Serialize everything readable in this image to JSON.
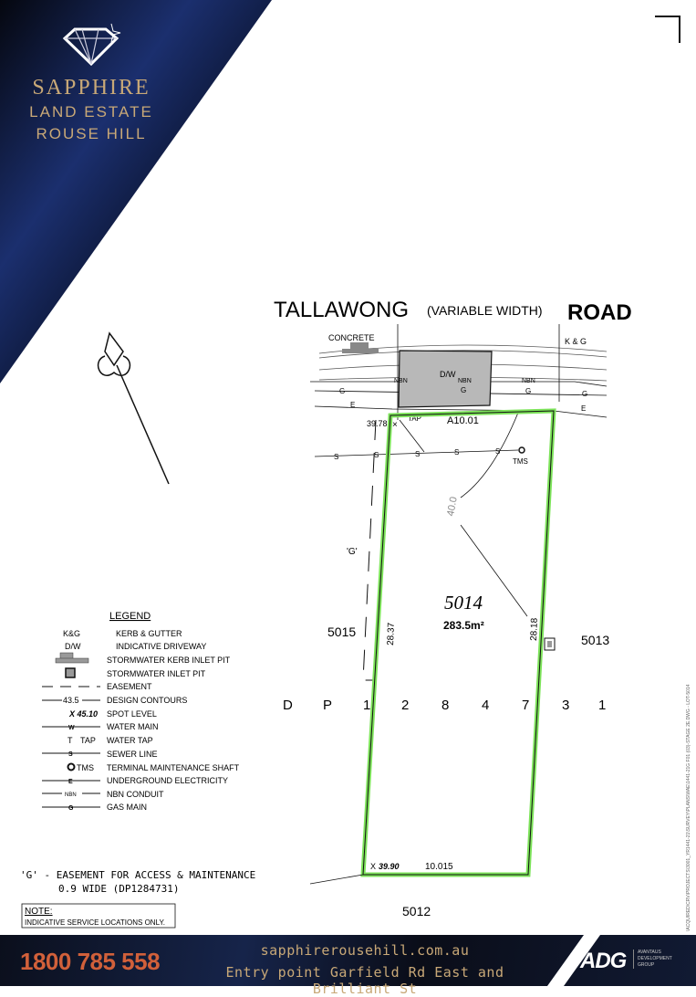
{
  "brand": {
    "name": "SAPPHIRE",
    "line1": "LAND ESTATE",
    "line2": "ROUSE HILL"
  },
  "road": {
    "name1": "TALLAWONG",
    "width_note": "(VARIABLE WIDTH)",
    "name2": "ROAD"
  },
  "plan": {
    "concrete": "CONCRETE",
    "kg": "K & G",
    "dw": "D/W",
    "nbn": "NBN",
    "g": "G",
    "e": "E",
    "s": "S",
    "tap": "TAP",
    "tms": "TMS",
    "area_code": "A10.01",
    "spot_top": "39.78",
    "spot_bottom": "39.90",
    "contour": "40.0",
    "lot": "5014",
    "lot_area": "283.5m²",
    "left_side": "28.37",
    "right_side": "28.18",
    "rear": "10.015",
    "neighbour_left": "5015",
    "neighbour_right": "5013",
    "neighbour_rear": "5012",
    "easement_mark": "'G'",
    "dp": [
      "D",
      "P",
      "1",
      "2",
      "8",
      "4",
      "7",
      "3",
      "1"
    ]
  },
  "legend": {
    "title": "LEGEND",
    "items": [
      {
        "symbol": "K&G",
        "label": "KERB & GUTTER"
      },
      {
        "symbol": "D/W",
        "label": "INDICATIVE DRIVEWAY"
      },
      {
        "symbol": "",
        "label": "STORMWATER KERB INLET PIT"
      },
      {
        "symbol": "",
        "label": "STORMWATER INLET PIT"
      },
      {
        "symbol": "",
        "label": "EASEMENT"
      },
      {
        "symbol": "43.5",
        "label": "DESIGN CONTOURS"
      },
      {
        "symbol": "X 45.10",
        "label": "SPOT LEVEL"
      },
      {
        "symbol": "W",
        "label": "WATER MAIN"
      },
      {
        "symbol": "TAP",
        "label": "WATER TAP"
      },
      {
        "symbol": "S",
        "label": "SEWER LINE"
      },
      {
        "symbol": "TMS",
        "label": "TERMINAL MAINTENANCE SHAFT"
      },
      {
        "symbol": "E",
        "label": "UNDERGROUND ELECTRICITY"
      },
      {
        "symbol": "NBN",
        "label": "NBN CONDUIT"
      },
      {
        "symbol": "G",
        "label": "GAS MAIN"
      }
    ]
  },
  "easement_note": {
    "line1": "'G' - EASEMENT FOR ACCESS & MAINTENANCE",
    "line2": "0.9 WIDE (DP1284731)"
  },
  "note": {
    "title": "NOTE:",
    "text": "INDICATIVE SERVICE LOCATIONS ONLY."
  },
  "file_path": "\\ACQUIRED\\CRV\\PROJECTS\\3001_YR1441-21\\SURVEY\\PLANS\\WAE\\1441-21G F01 (03)-STAGE 2E.DWG - LOT-5014",
  "footer": {
    "phone": "1800 785 558",
    "website": "sapphirerousehill.com.au",
    "entry": "Entry point Garfield Rd East and Brilliant St",
    "adg": "ADG",
    "adg_sub1": "AVANTAUS",
    "adg_sub2": "DEVELOPMENT",
    "adg_sub3": "GROUP"
  },
  "colors": {
    "lot_outline": "#7de35a",
    "gold": "#c8a877",
    "phone": "#d1603a",
    "navy": "#13224d"
  }
}
